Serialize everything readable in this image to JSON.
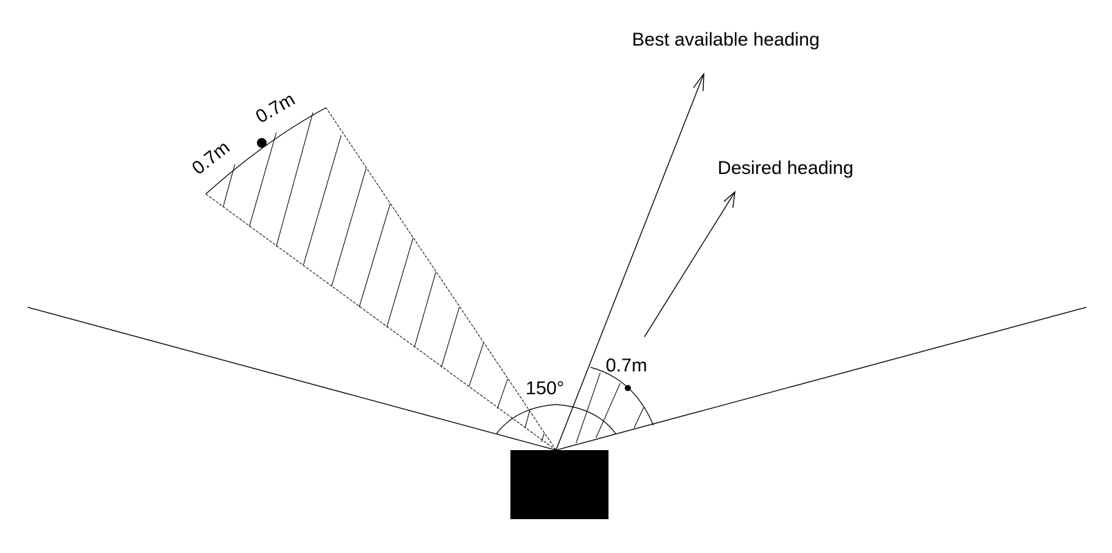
{
  "labels": {
    "best_heading": "Best available heading",
    "desired_heading": "Desired heading",
    "field_of_view_angle": "150°",
    "gap_width_left_1": "0.7m",
    "gap_width_left_2": "0.7m",
    "gap_width_right": "0.7m"
  },
  "colors": {
    "stroke": "#000000",
    "robot": "#000000",
    "background": "#ffffff"
  }
}
